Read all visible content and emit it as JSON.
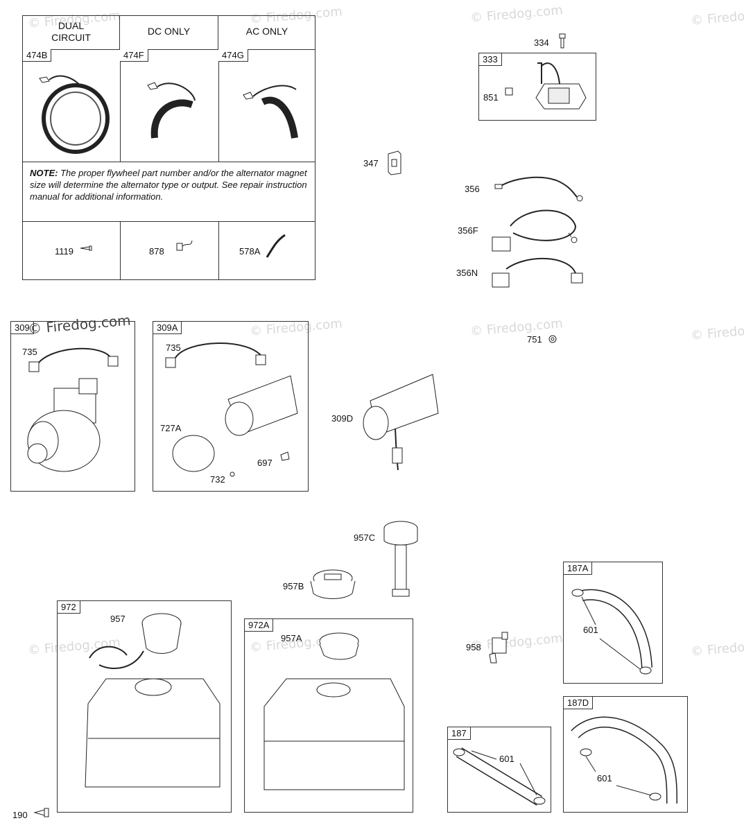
{
  "watermark": "© Firedog.com",
  "table": {
    "headers": [
      "DUAL CIRCUIT",
      "DC ONLY",
      "AC ONLY"
    ],
    "row1": [
      "474B",
      "474F",
      "474G"
    ],
    "note_label": "NOTE:",
    "note_text": "The proper flywheel part number and/or the alternator magnet size will determine the alternator type or output. See repair instruction manual for additional information.",
    "row3": [
      "1119",
      "878",
      "578A"
    ]
  },
  "ignition": {
    "box": "333",
    "bolt": "334",
    "plug": "851"
  },
  "parts": {
    "p347": "347",
    "p356": "356",
    "p356F": "356F",
    "p356N": "356N",
    "p751": "751"
  },
  "starter309": {
    "box": "309",
    "harness": "735"
  },
  "starter309A": {
    "box": "309A",
    "harness": "735",
    "gear": "727A",
    "screw": "697",
    "clip": "732"
  },
  "starter309D": "309D",
  "caps": {
    "c957C": "957C",
    "c957B": "957B"
  },
  "tank972": {
    "box": "972",
    "cap": "957"
  },
  "tank972A": {
    "box": "972A",
    "cap": "957A"
  },
  "valve": "958",
  "hose187A": {
    "box": "187A",
    "clamp": "601"
  },
  "hose187": {
    "box": "187",
    "clamp": "601"
  },
  "hose187D": {
    "box": "187D",
    "clamp": "601"
  },
  "screw190": "190"
}
